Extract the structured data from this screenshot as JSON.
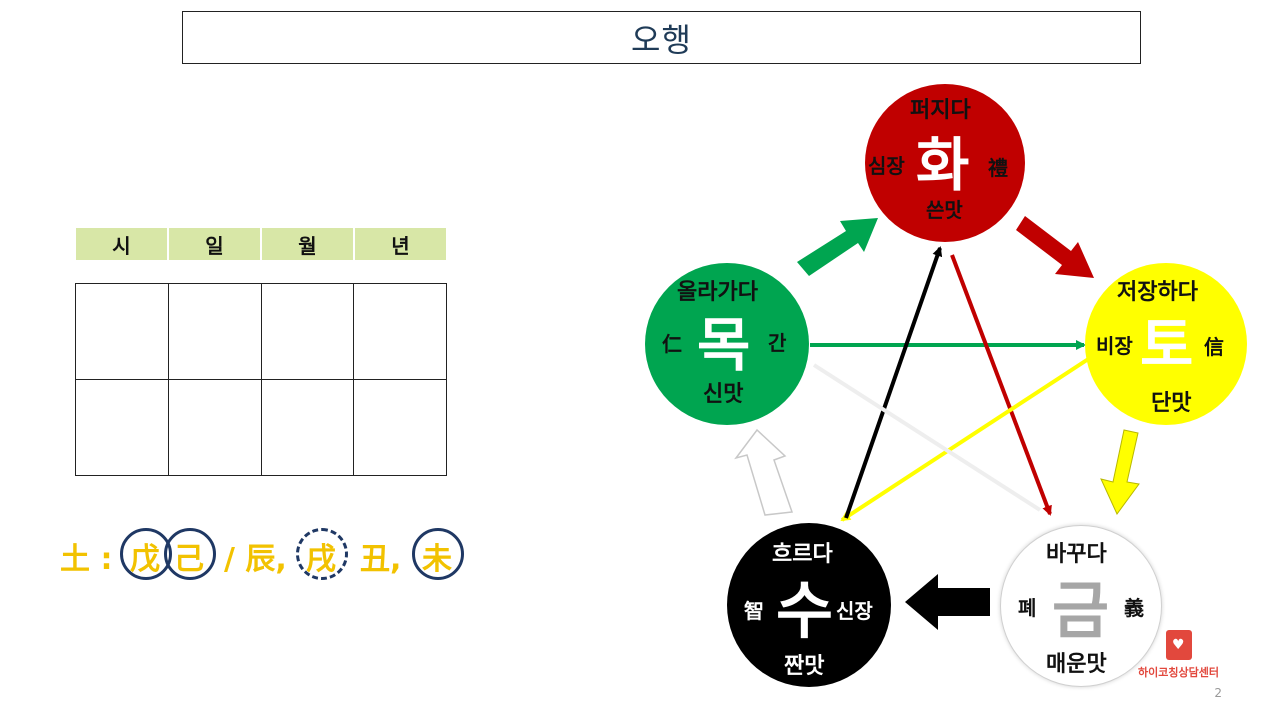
{
  "title": "오행",
  "pillars": {
    "headers": [
      "시",
      "일",
      "월",
      "년"
    ]
  },
  "earth": {
    "label": "土 :",
    "chars": [
      "戊",
      "己",
      "/ 辰,",
      "戌",
      "丑,",
      "未"
    ]
  },
  "elements": {
    "fire": {
      "top": "퍼지다",
      "main": "화",
      "left": "심장",
      "right": "禮",
      "bottom": "쓴맛",
      "color": "#c00000"
    },
    "wood": {
      "top": "올라가다",
      "main": "목",
      "left": "仁",
      "right": "간",
      "bottom": "신맛",
      "color": "#00a550"
    },
    "earth": {
      "top": "저장하다",
      "main": "토",
      "left": "비장",
      "right": "信",
      "bottom": "단맛",
      "color": "#ffff00"
    },
    "metal": {
      "top": "바꾸다",
      "main": "금",
      "left": "폐",
      "right": "義",
      "bottom": "매운맛",
      "color": "#ffffff"
    },
    "water": {
      "top": "흐르다",
      "main": "수",
      "left": "智",
      "right": "신장",
      "bottom": "짠맛",
      "color": "#000000"
    }
  },
  "logo": {
    "text": "하이코칭상담센터"
  },
  "page_number": "2"
}
